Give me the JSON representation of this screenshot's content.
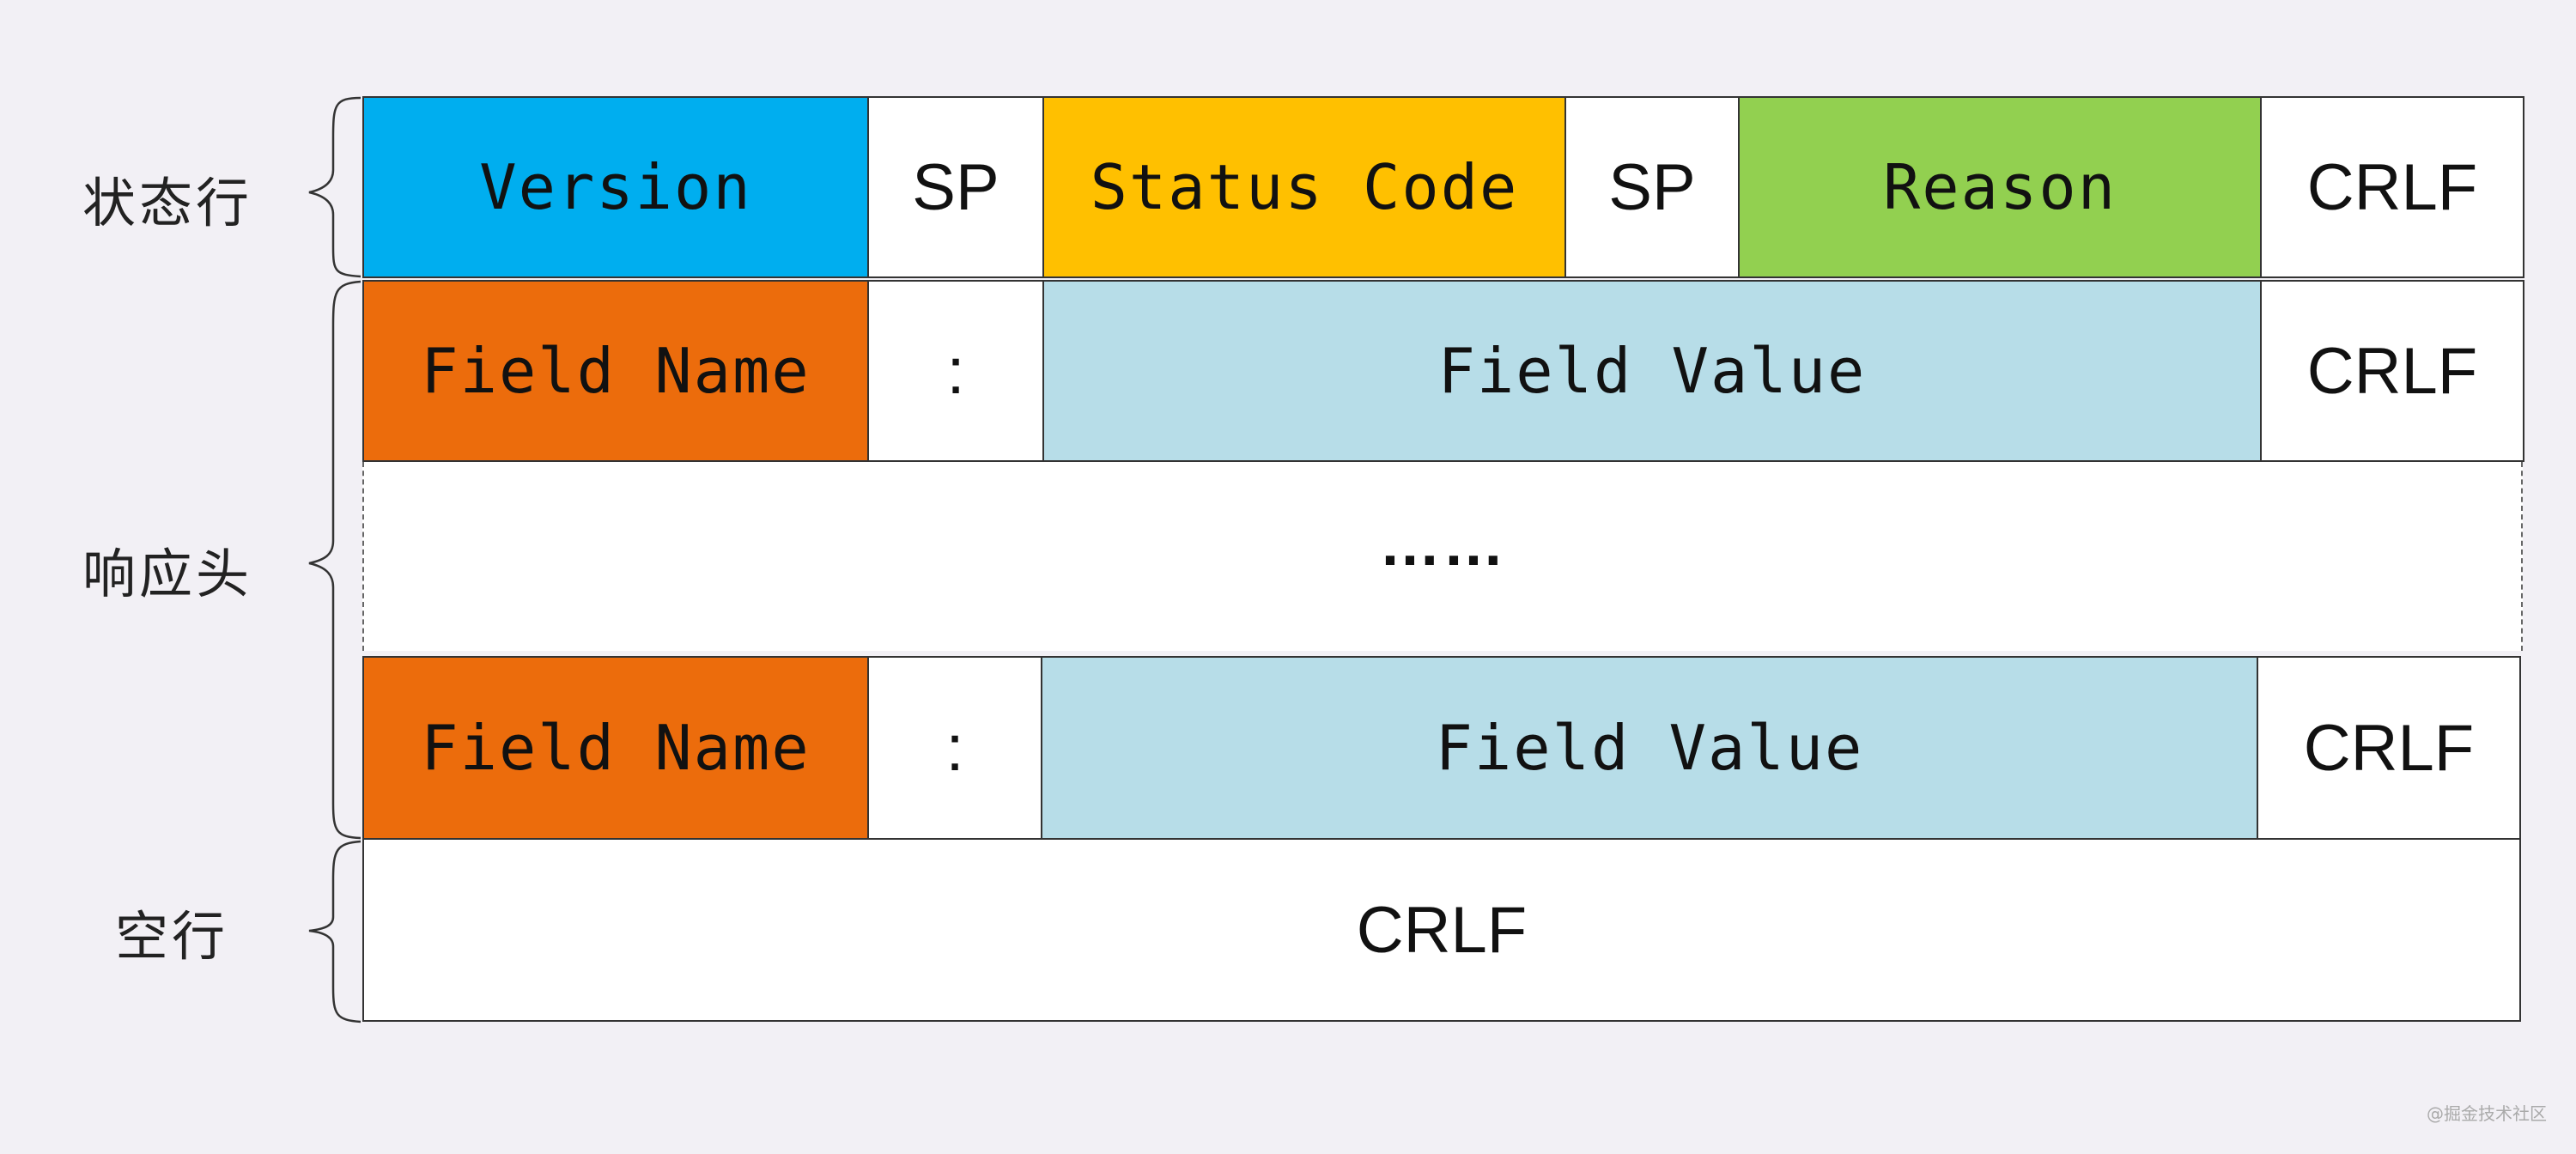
{
  "labels": {
    "status_line": "状态行",
    "response_headers": "响应头",
    "blank_line": "空行"
  },
  "status_line": {
    "version": "Version",
    "sp1": "SP",
    "status_code": "Status Code",
    "sp2": "SP",
    "reason": "Reason",
    "crlf": "CRLF"
  },
  "header_row_1": {
    "field_name": "Field Name",
    "colon": ":",
    "field_value": "Field Value",
    "crlf": "CRLF"
  },
  "ellipsis": "……",
  "header_row_2": {
    "field_name": "Field Name",
    "colon": ":",
    "field_value": "Field Value",
    "crlf": "CRLF"
  },
  "blank_line": {
    "crlf": "CRLF"
  },
  "colors": {
    "version": "#00aeef",
    "status_code": "#ffc000",
    "reason": "#92d050",
    "field_name": "#ec6c0c",
    "field_value": "#b7dde8",
    "plain": "#ffffff"
  },
  "watermark": "@掘金技术社区"
}
